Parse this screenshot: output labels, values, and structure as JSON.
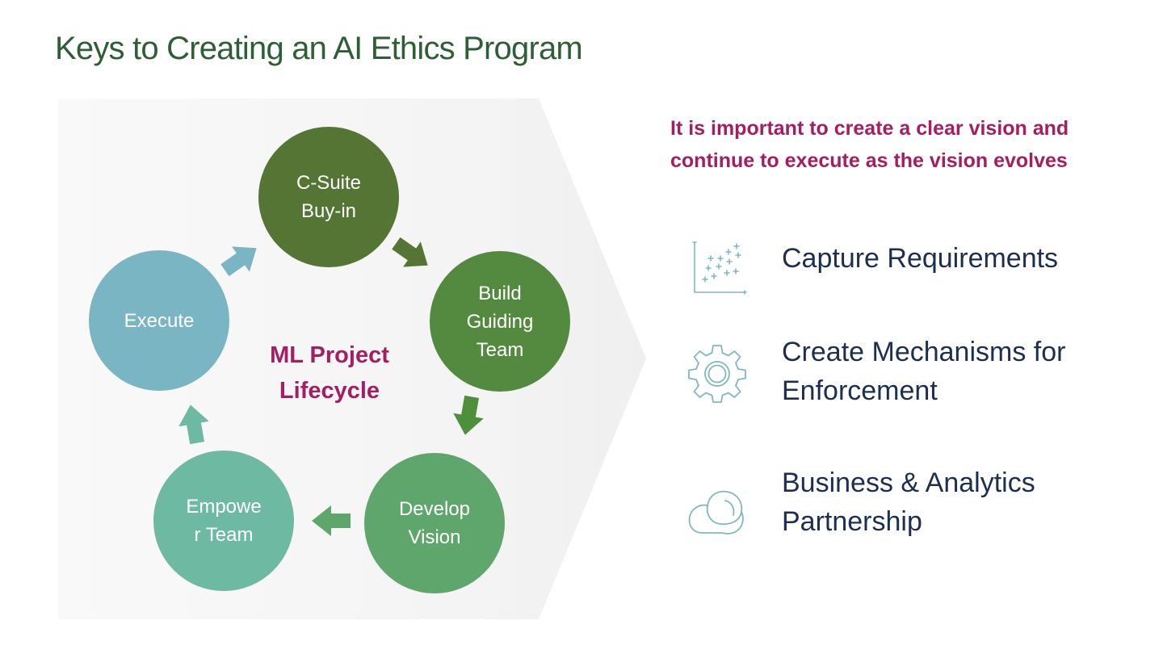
{
  "title": "Keys to Creating an AI Ethics Program",
  "cycle": {
    "center_label": "ML Project\nLifecycle",
    "steps": [
      {
        "label": "C-Suite\nBuy-in",
        "color": "#547534"
      },
      {
        "label": "Build\nGuiding\nTeam",
        "color": "#548a3f"
      },
      {
        "label": "Develop\nVision",
        "color": "#5fa66c"
      },
      {
        "label": "Empowe\nr Team",
        "color": "#6db9a1"
      },
      {
        "label": "Execute",
        "color": "#7ab5c4"
      }
    ]
  },
  "callout": "It is important to create a clear vision and continue to execute as the vision evolves",
  "keys": [
    {
      "label": "Capture Requirements",
      "icon": "scatter-chart-icon"
    },
    {
      "label": "Create Mechanisms for\nEnforcement",
      "icon": "gear-icon"
    },
    {
      "label": "Business & Analytics\nPartnership",
      "icon": "cloud-icon"
    }
  ],
  "colors": {
    "title": "#2e5e35",
    "accent": "#a41e62",
    "key_text": "#1c2f4e",
    "icon_stroke": "#7fb9bf"
  }
}
